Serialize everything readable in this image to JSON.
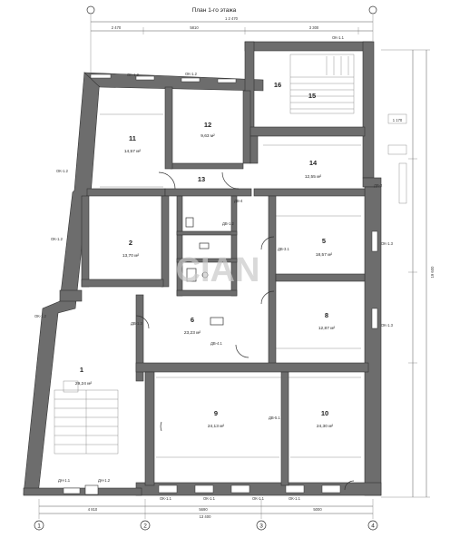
{
  "title": "План 1-го этажа",
  "overall_width_dim": "1 2 470",
  "right_height_dim": "19 600",
  "top_dims": [
    "2 470",
    "5810",
    "3 300",
    "1 170"
  ],
  "bottom_dims": [
    "4 810",
    "5690",
    "5000",
    "13 400"
  ],
  "axes": [
    "1",
    "2",
    "3",
    "4"
  ],
  "watermark": "CIAN",
  "rooms": [
    {
      "num": "1",
      "area": "29,24 м²"
    },
    {
      "num": "2",
      "area": "13,70 м²"
    },
    {
      "num": "5",
      "area": "18,57 м²"
    },
    {
      "num": "6",
      "area": "23,23 м²"
    },
    {
      "num": "8",
      "area": "12,87 м²"
    },
    {
      "num": "9",
      "area": "24,13 м²"
    },
    {
      "num": "10",
      "area": "24,30 м²"
    },
    {
      "num": "11",
      "area": "14,57 м²"
    },
    {
      "num": "12",
      "area": "9,63 м²"
    },
    {
      "num": "13",
      "area": ""
    },
    {
      "num": "14",
      "area": "12,55 м²"
    },
    {
      "num": "15",
      "area": ""
    },
    {
      "num": "16",
      "area": ""
    }
  ],
  "openings": [
    "ОК-1.2",
    "ОК-1.2",
    "ОК-1.2",
    "ОК-1.2",
    "ОК-1.2",
    "ОК-1.3",
    "ОК-1.3",
    "ОК-1.1",
    "ОК-1.1",
    "ОК-1.1",
    "ОК-1.1",
    "ОК-1.1",
    "ДН-1.1",
    "ДН-1.2",
    "ДВ-1.2",
    "ДВ-3.1",
    "ДВ-4",
    "ДВ-2",
    "ДВ-1.3",
    "ДВ-4.1",
    "ДВ-5.1"
  ]
}
